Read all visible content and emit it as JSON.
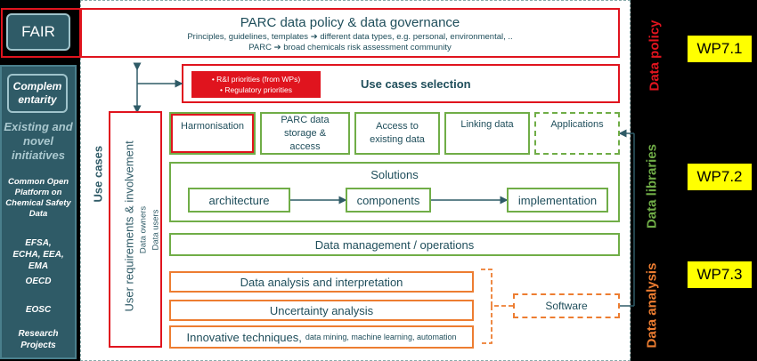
{
  "fair": {
    "label": "FAIR"
  },
  "left_panel": {
    "complementarity": "Complem entarity",
    "existing": "Existing and novel initiatives",
    "copc": "Common Open Platform on Chemical Safety Data",
    "efsa": "EFSA, ECHA, EEA, EMA",
    "oecd": "OECD",
    "eosc": "EOSC",
    "research": "Research Projects"
  },
  "policy": {
    "title": "PARC data policy & data governance",
    "line1_a": "Principles, guidelines, templates",
    "line1_b": "different data types, e.g. personal, environmental, ..",
    "line2_a": "PARC",
    "line2_b": "broad chemicals risk assessment community"
  },
  "use_cases_selection": {
    "item1": "R&I priorities (from WPs)",
    "item2": "Regulatory priorities",
    "label": "Use cases selection"
  },
  "use_cases": "Use cases",
  "user_req": {
    "title": "User requirements & involvement",
    "sub1": "Data owners",
    "sub2": "Data users"
  },
  "libraries": {
    "harmonisation": "Harmonisation",
    "storage": "PARC data storage & access",
    "access": "Access to existing data",
    "linking": "Linking data",
    "applications": "Applications"
  },
  "solutions": {
    "title": "Solutions",
    "architecture": "architecture",
    "components": "components",
    "implementation": "implementation"
  },
  "data_management": "Data management / operations",
  "analysis": {
    "interpretation": "Data analysis and interpretation",
    "uncertainty": "Uncertainty analysis",
    "innovative": "Innovative techniques,",
    "innovative_sub": "data mining, machine learning, automation",
    "software": "Software"
  },
  "side_labels": {
    "policy": "Data policy",
    "libraries": "Data libraries",
    "analysis": "Data analysis"
  },
  "wp": {
    "wp1": "WP7.1",
    "wp2": "WP7.2",
    "wp3": "WP7.3"
  },
  "colors": {
    "red": "#e0141e",
    "green": "#70ad47",
    "orange": "#ed7d31",
    "teal": "#2f5b67",
    "yellow": "#ffff00"
  }
}
